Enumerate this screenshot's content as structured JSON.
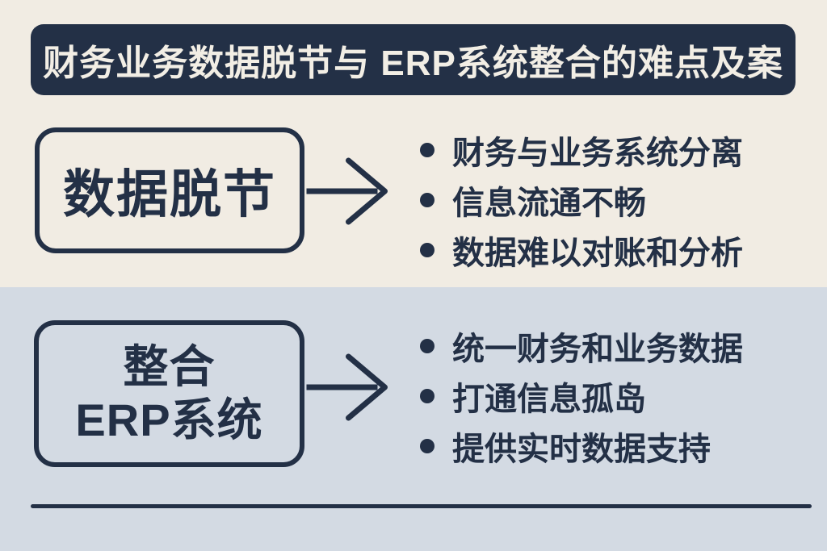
{
  "title": "财务业务数据脱节与 ERP系统整合的难点及案",
  "colors": {
    "navy": "#233046",
    "cream_background": "#f1ece3",
    "blue_background": "#d3dae3",
    "title_text": "#f2eee5"
  },
  "sections": [
    {
      "box_lines": [
        "数据脱节"
      ],
      "bullets": [
        "财务与业务系统分离",
        "信息流通不畅",
        "数据难以对账和分析"
      ]
    },
    {
      "box_lines": [
        "整合",
        "ERP系统"
      ],
      "bullets": [
        "统一财务和业务数据",
        "打通信息孤岛",
        "提供实时数据支持"
      ]
    }
  ]
}
